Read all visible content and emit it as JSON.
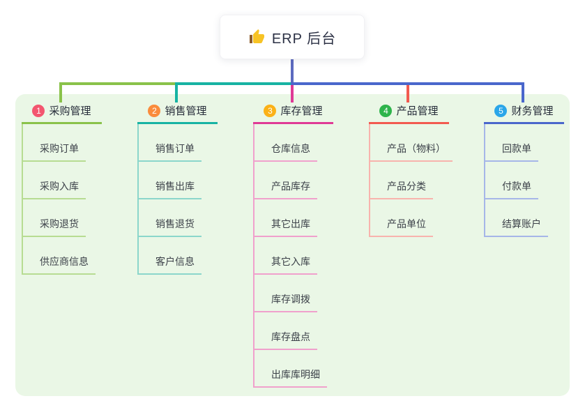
{
  "root": {
    "label": "ERP 后台",
    "icon": "thumbs-up-icon",
    "stem_color": "#5c6abf"
  },
  "canvas": {
    "background": "#ffffff",
    "panel_color": "#eaf7e6"
  },
  "branches": [
    {
      "index": "1",
      "label": "采购管理",
      "badge_color": "#f3566f",
      "line_color": "#8ac24a",
      "light_color": "#b7dc92",
      "children": [
        "采购订单",
        "采购入库",
        "采购退货",
        "供应商信息"
      ]
    },
    {
      "index": "2",
      "label": "销售管理",
      "badge_color": "#fa8c3c",
      "line_color": "#17b3a3",
      "light_color": "#8bd6cb",
      "children": [
        "销售订单",
        "销售出库",
        "销售退货",
        "客户信息"
      ]
    },
    {
      "index": "3",
      "label": "库存管理",
      "badge_color": "#fbb117",
      "line_color": "#df3a96",
      "light_color": "#f0a0cc",
      "children": [
        "仓库信息",
        "产品库存",
        "其它出库",
        "其它入库",
        "库存调拨",
        "库存盘点",
        "出库库明细"
      ]
    },
    {
      "index": "4",
      "label": "产品管理",
      "badge_color": "#2eb44b",
      "line_color": "#f25a50",
      "light_color": "#f8b3ad",
      "children": [
        "产品（物料）",
        "产品分类",
        "产品单位"
      ]
    },
    {
      "index": "5",
      "label": "财务管理",
      "badge_color": "#2ba6e9",
      "line_color": "#4a67cc",
      "light_color": "#a6b6e8",
      "children": [
        "回款单",
        "付款单",
        "结算账户"
      ]
    }
  ]
}
